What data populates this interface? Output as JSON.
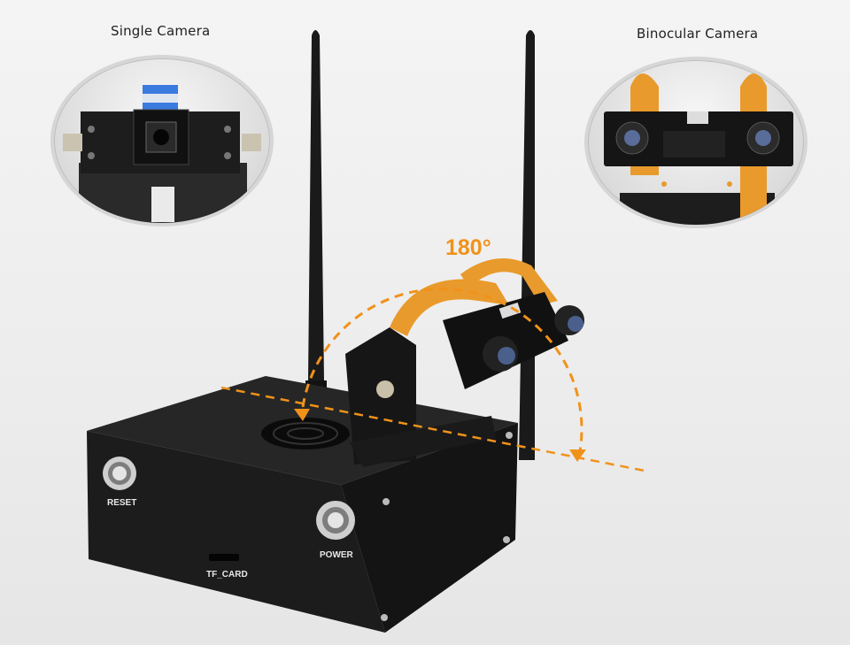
{
  "callouts": {
    "single_label": "Single Camera",
    "binocular_label": "Binocular Camera"
  },
  "rotation": {
    "angle_text": "180°",
    "accent_color": "#f0921a"
  },
  "case_labels": {
    "reset": "RESET",
    "power": "POWER",
    "tf_card": "TF_CARD"
  },
  "icons": {
    "antenna": "antenna-icon",
    "fan": "fan-vent-icon",
    "button": "push-button-icon"
  }
}
